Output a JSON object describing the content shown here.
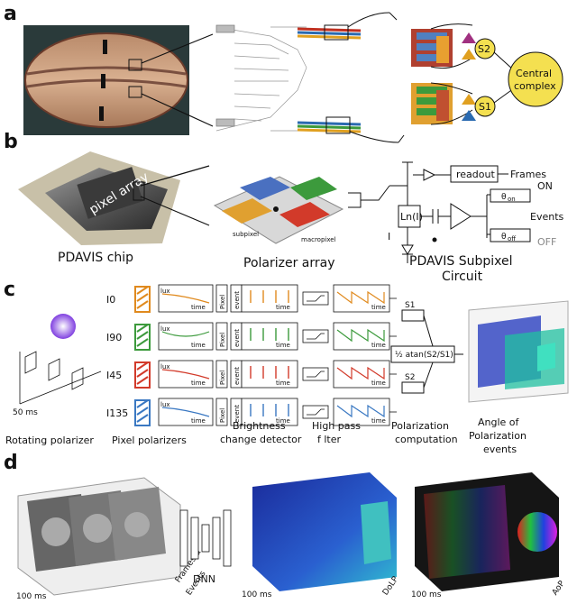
{
  "panels": {
    "a": {
      "label": "a",
      "s1": "S1",
      "s2": "S2",
      "central_line1": "Central",
      "central_line2": "complex"
    },
    "b": {
      "label": "b",
      "chip_text": "pixel array",
      "chip_caption": "PDAVIS chip",
      "polarizer_caption": "Polarizer array",
      "subpixel": "subpixel",
      "macropixel": "macropixel",
      "readout": "readout",
      "frames": "Frames",
      "ln": "Ln(I)",
      "i": "I",
      "on": "ON",
      "off": "OFF",
      "events": "Events",
      "theta_on": "θ",
      "theta_on_sub": "on",
      "theta_off": "θ",
      "theta_off_sub": "off",
      "circuit_line1": "PDAVIS Subpixel",
      "circuit_line2": "Circuit"
    },
    "c": {
      "label": "c",
      "scale": "50 ms",
      "rotating_caption": "Rotating polarizer",
      "pixel_caption": "Pixel polarizers",
      "brightness_line1": "Brightness",
      "brightness_line2": "change detector",
      "highpass_line1": "High pass",
      "highpass_line2": "f lter",
      "polcomp_line1": "Polarization",
      "polcomp_line2": "computation",
      "aop_line1": "Angle of",
      "aop_line2": "Polarization",
      "aop_line3": "events",
      "channels": [
        "I0",
        "I90",
        "I45",
        "I135"
      ],
      "lux": "lux",
      "time": "time",
      "pixel": "Pixel",
      "event": "event",
      "s1": "S1",
      "s2": "S2",
      "formula": "½ atan(S2/S1)",
      "colors": [
        "#e08a1e",
        "#3c9a3c",
        "#d23a2a",
        "#3a78c2"
      ]
    },
    "d": {
      "label": "d",
      "scale1": "100 ms",
      "frames_events_line1": "Frames &",
      "frames_events_line2": "Events",
      "dnn": "DNN",
      "scale2": "100 ms",
      "dolp": "DoLP",
      "scale3": "100 ms",
      "aop": "AoP"
    }
  }
}
